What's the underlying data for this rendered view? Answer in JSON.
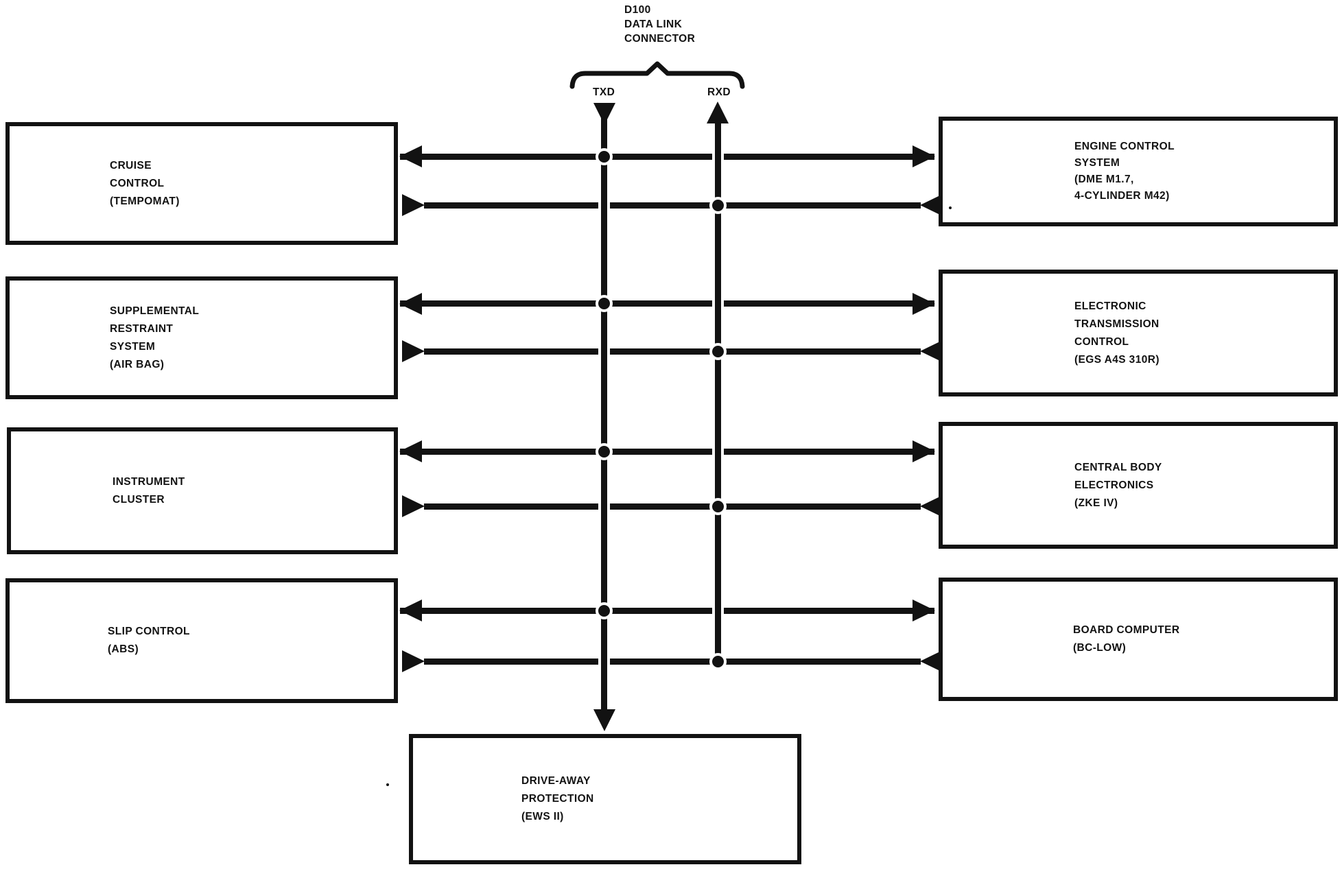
{
  "connector": {
    "label_lines": [
      "D100",
      "DATA LINK",
      "CONNECTOR"
    ],
    "signals": [
      {
        "name": "TXD",
        "direction": "down"
      },
      {
        "name": "RXD",
        "direction": "up"
      }
    ]
  },
  "modules": {
    "left": [
      {
        "id": "cruise-control",
        "lines": [
          "CRUISE",
          "CONTROL",
          "(TEMPOMAT)"
        ]
      },
      {
        "id": "supplemental-restraint",
        "lines": [
          "SUPPLEMENTAL",
          "RESTRAINT",
          "SYSTEM",
          "(AIR BAG)"
        ]
      },
      {
        "id": "instrument-cluster",
        "lines": [
          "INSTRUMENT",
          "CLUSTER"
        ]
      },
      {
        "id": "slip-control",
        "lines": [
          "SLIP CONTROL",
          "(ABS)"
        ]
      }
    ],
    "right": [
      {
        "id": "engine-control",
        "lines": [
          "ENGINE CONTROL",
          "SYSTEM",
          "(DME M1.7,",
          "4-CYLINDER M42)"
        ]
      },
      {
        "id": "transmission-control",
        "lines": [
          "ELECTRONIC",
          "TRANSMISSION",
          "CONTROL",
          "(EGS A4S 310R)"
        ]
      },
      {
        "id": "central-body",
        "lines": [
          "CENTRAL BODY",
          "ELECTRONICS",
          "(ZKE IV)"
        ]
      },
      {
        "id": "board-computer",
        "lines": [
          "BOARD COMPUTER",
          "(BC-LOW)"
        ]
      }
    ],
    "bottom": [
      {
        "id": "drive-away-protection",
        "lines": [
          "DRIVE-AWAY",
          "PROTECTION",
          "(EWS II)"
        ]
      }
    ]
  },
  "colors": {
    "ink": "#121212",
    "paper": "#ffffff"
  }
}
